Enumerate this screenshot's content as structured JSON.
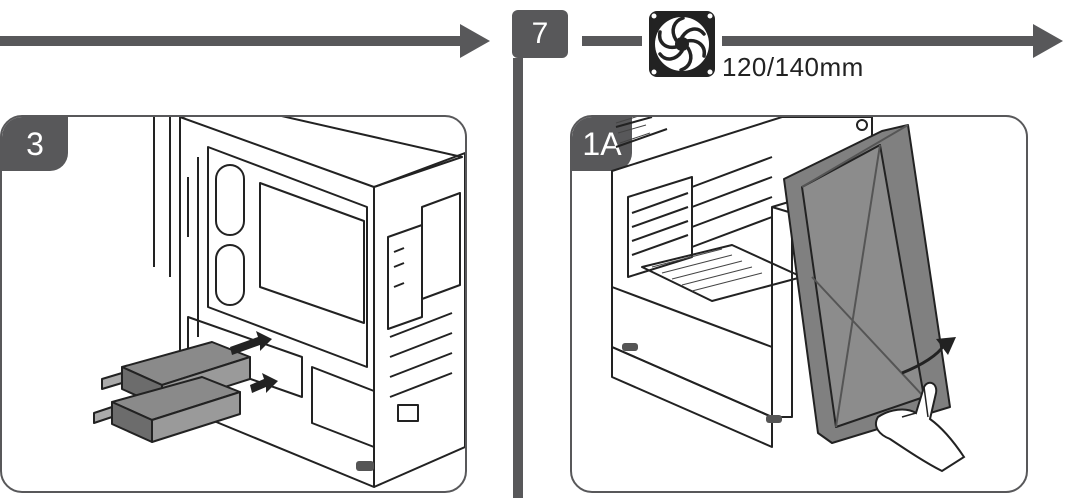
{
  "step": {
    "number": "7"
  },
  "fan": {
    "icon": "fan-icon",
    "size_label": "120/140mm"
  },
  "panels": [
    {
      "tag": "3",
      "subject": "drive-cage-hdd-install"
    },
    {
      "tag": "1A",
      "subject": "front-panel-removal"
    }
  ],
  "colors": {
    "accent": "#58585a",
    "line": "#222222",
    "panel_fill": "#808080"
  }
}
